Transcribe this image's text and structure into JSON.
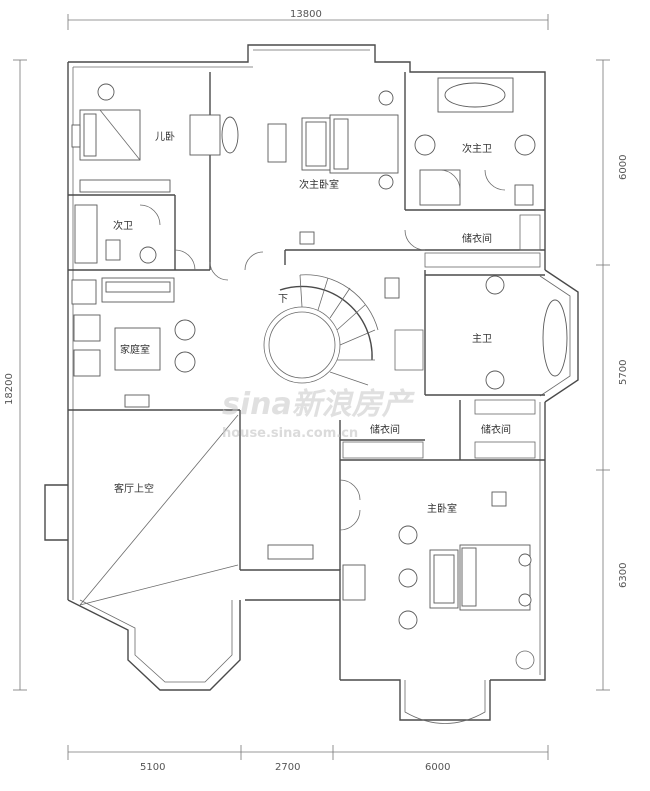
{
  "dimensions": {
    "top": "13800",
    "bottom": [
      "5100",
      "2700",
      "6000"
    ],
    "right": [
      "6000",
      "5700",
      "6300"
    ],
    "left": "18200"
  },
  "rooms": {
    "kids_bedroom": "儿卧",
    "second_master_bedroom": "次主卧室",
    "second_master_bath": "次主卫",
    "second_bath": "次卫",
    "closet_upper": "储衣间",
    "family_room": "家庭室",
    "stair_down": "下",
    "master_bath": "主卫",
    "closet_mid_left": "储衣间",
    "closet_mid_right": "储衣间",
    "living_void": "客厅上空",
    "master_bedroom": "主卧室"
  },
  "watermark": {
    "brand": "sina新浪房产",
    "url": "house.sina.com.cn"
  }
}
